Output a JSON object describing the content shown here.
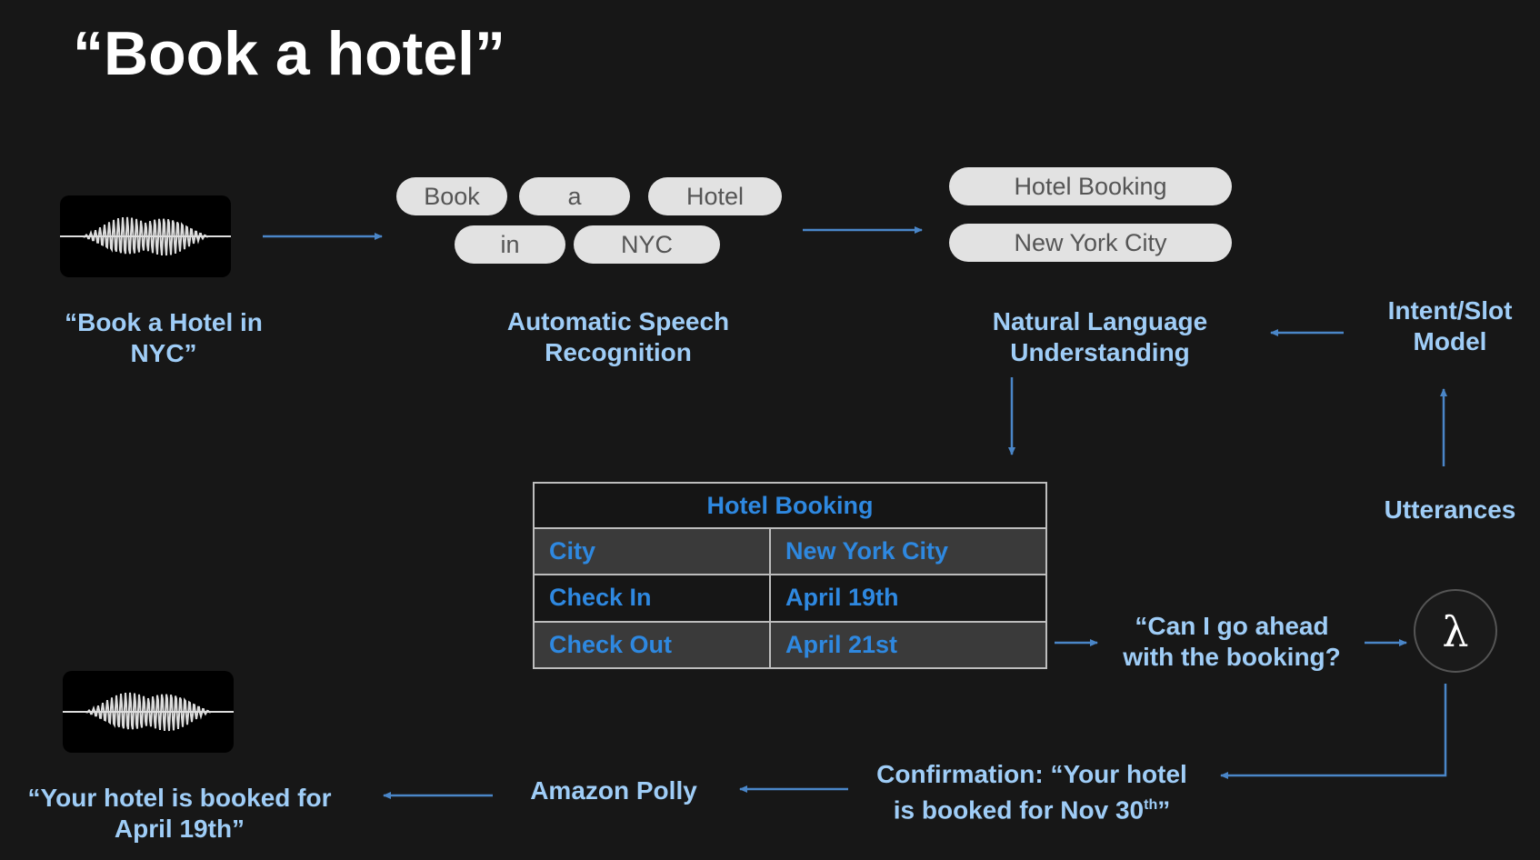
{
  "title": "“Book a hotel”",
  "input_audio_label": "“Book a Hotel in NYC”",
  "asr": {
    "tokens": [
      "Book",
      "a",
      "Hotel",
      "in",
      "NYC"
    ],
    "label": "Automatic Speech Recognition"
  },
  "nlu": {
    "intent": "Hotel Booking",
    "slot": "New York City",
    "label": "Natural Language Understanding"
  },
  "model_label": "Intent/Slot Model",
  "utterances_label": "Utterances",
  "table": {
    "header": "Hotel Booking",
    "rows": [
      {
        "key": "City",
        "value": "New York City"
      },
      {
        "key": "Check In",
        "value": "April 19th"
      },
      {
        "key": "Check Out",
        "value": "April 21st"
      }
    ]
  },
  "prompt_text": "“Can I go ahead with the booking?",
  "lambda_symbol": "λ",
  "confirmation": {
    "text_prefix": "Confirmation: “Your hotel is booked for Nov 30",
    "superscript": "th",
    "text_suffix": "”"
  },
  "polly_label": "Amazon Polly",
  "output_audio_label": "“Your hotel is booked for April 19th”",
  "colors": {
    "background": "#171717",
    "label_blue": "#9fcdf7",
    "table_blue": "#2e88e0",
    "arrow_blue": "#4a86c8",
    "pill": "#e2e2e2"
  }
}
